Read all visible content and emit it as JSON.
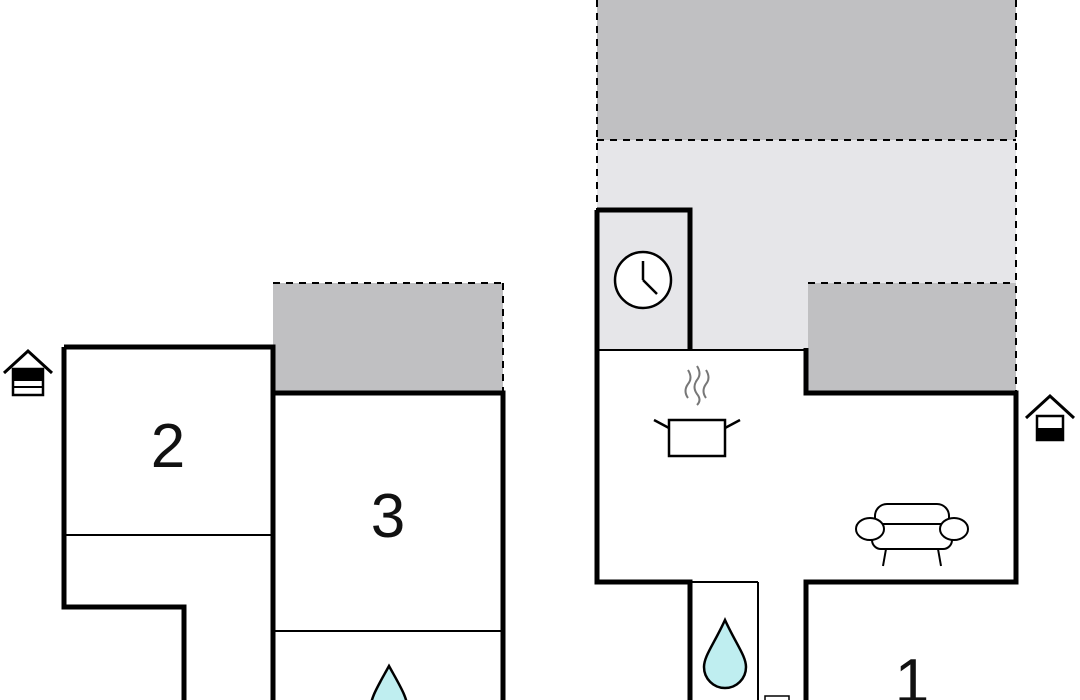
{
  "floorplan": {
    "rooms": {
      "room_1": "1",
      "room_2": "2",
      "room_3": "3"
    },
    "icons": [
      "house-entrance-icon",
      "clock-icon",
      "cooking-pot-icon",
      "sofa-icon",
      "water-drop-icon"
    ],
    "colors": {
      "terrace_dark": "#c0c0c2",
      "terrace_light": "#e6e6e9",
      "water": "#bfeef0",
      "wall": "#000000",
      "background": "#ffffff"
    }
  }
}
